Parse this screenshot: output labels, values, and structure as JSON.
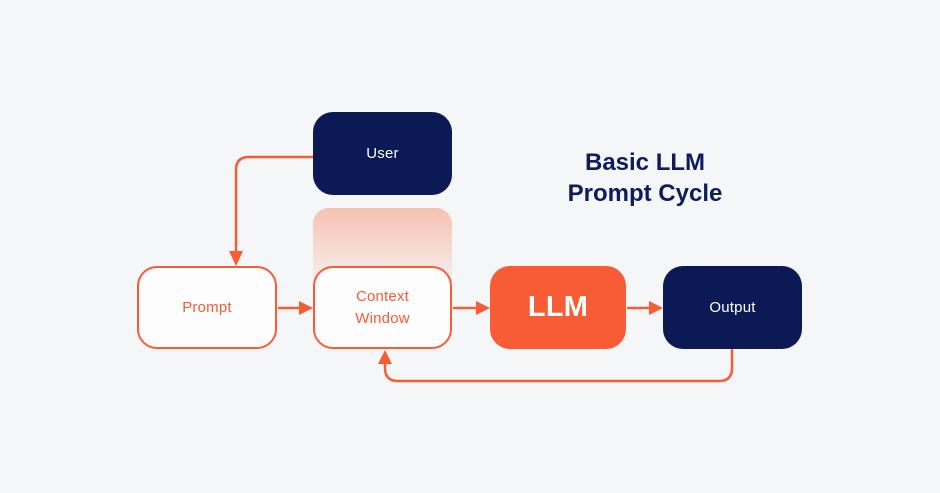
{
  "title": {
    "line1": "Basic LLM",
    "line2": "Prompt Cycle"
  },
  "diagram": {
    "nodes": [
      {
        "id": "user",
        "label": "User",
        "style": "filled-navy"
      },
      {
        "id": "prompt",
        "label": "Prompt",
        "style": "outlined-orange"
      },
      {
        "id": "context-window",
        "label": "Context Window",
        "style": "outlined-orange-with-fade"
      },
      {
        "id": "llm",
        "label": "LLM",
        "style": "filled-orange"
      },
      {
        "id": "output",
        "label": "Output",
        "style": "filled-navy"
      }
    ],
    "edges": [
      {
        "from": "user",
        "to": "prompt"
      },
      {
        "from": "prompt",
        "to": "context-window"
      },
      {
        "from": "context-window",
        "to": "llm"
      },
      {
        "from": "llm",
        "to": "output"
      },
      {
        "from": "output",
        "to": "context-window",
        "kind": "feedback-loop"
      }
    ]
  },
  "colors": {
    "background": "#f5f6f8",
    "navy": "#0b1a54",
    "orange": "#f75c35",
    "title_navy": "#0c1c5c",
    "gradient_top": "#f6c2b1",
    "outlined_fill": "#fdfdfe"
  }
}
